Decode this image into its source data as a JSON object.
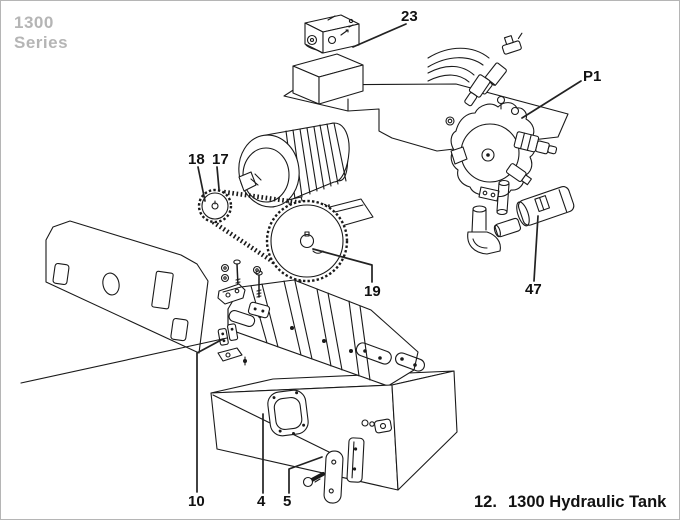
{
  "page": {
    "background": "#ffffff",
    "frame_color": "#b5b5b5"
  },
  "series_badge": {
    "line1": "1300",
    "line2": "Series",
    "color": "#b5b5b5"
  },
  "caption": {
    "number": "12.",
    "title": "1300 Hydraulic Tank"
  },
  "part_labels": {
    "valve_block": "23",
    "pump": "P1",
    "sprocket": "18",
    "chain": "17",
    "chainwheel": "19",
    "suction_strainer": "47",
    "hinge_bracket": "10",
    "tank_body": "4",
    "strap": "5"
  },
  "drawing": {
    "line_color": "#1a1a1a",
    "label_color": "#111111"
  }
}
